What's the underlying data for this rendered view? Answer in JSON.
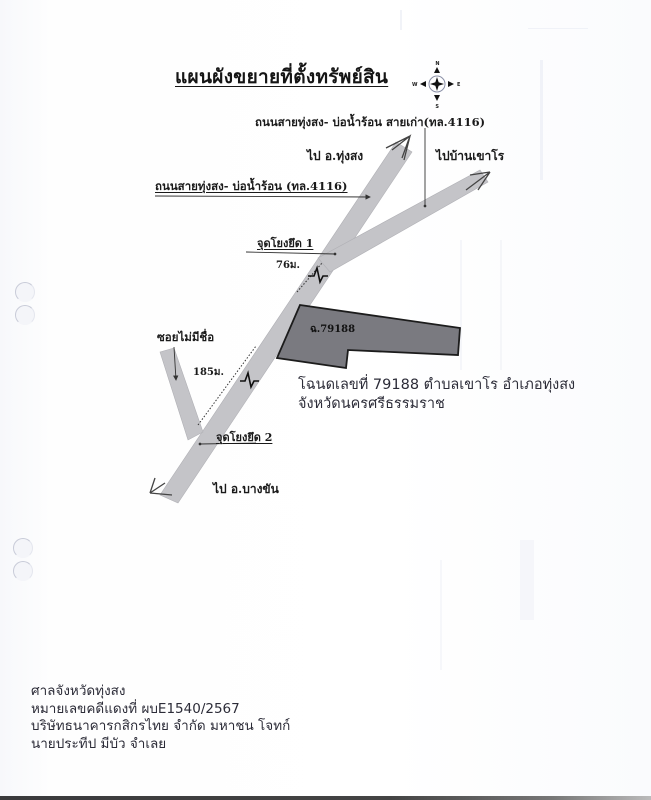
{
  "document": {
    "title": "แผนผังขยายที่ตั้งทรัพย์สิน",
    "compass": {
      "north": "N",
      "south": "S",
      "east": "E",
      "west": "W"
    }
  },
  "map": {
    "labels": {
      "old_road": "ถนนสายทุ่งสง- บ่อน้ำร้อน สายเก่า(ทล.4116)",
      "to_thung_song": "ไป อ.ทุ่งสง",
      "to_ban_khao_ro": "ไปบ้านเขาโร",
      "main_road": "ถนนสายทุ่งสง- บ่อน้ำร้อน (ทล.4116)",
      "landmark_1": "จุดโยงยึด 1",
      "distance_1": "76ม.",
      "parcel_id": "ฉ.79188",
      "unnamed_soi": "ซอยไม่มีชื่อ",
      "distance_2": "185ม.",
      "landmark_2": "จุดโยงยึด 2",
      "to_bang_khan": "ไป อ.บางขัน"
    },
    "colors": {
      "road": "#c4c4c8",
      "road_edge": "#a9a9ae",
      "parcel_fill": "#7a7a80",
      "parcel_edge": "#1c1c1c",
      "leader_line": "#333333"
    }
  },
  "description": {
    "line1": "โฉนดเลขที่ 79188 ตำบลเขาโร อำเภอทุ่งสง",
    "line2": "จังหวัดนครศรีธรรมราช"
  },
  "footer": {
    "court": "ศาลจังหวัดทุ่งสง",
    "case_number": "หมายเลขคดีแดงที่ ผบE1540/2567",
    "plaintiff": "บริษัทธนาคารกสิกรไทย จำกัด มหาชน โจทก์",
    "defendant": "นายประทีป มีบัว จำเลย"
  }
}
